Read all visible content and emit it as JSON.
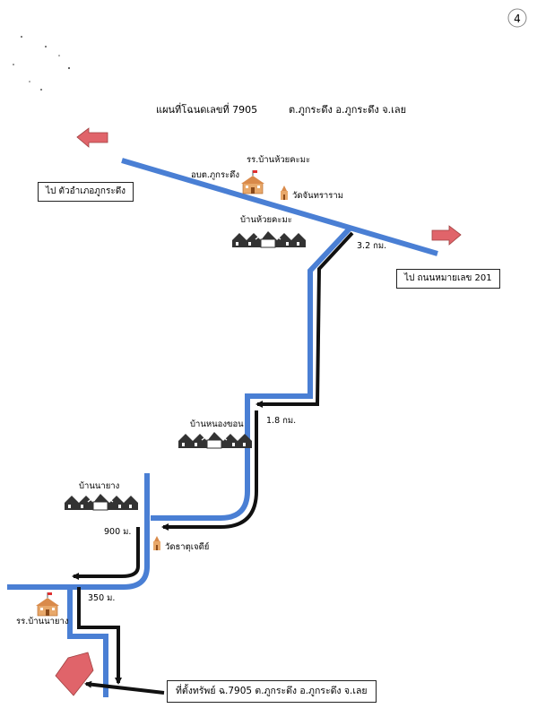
{
  "page_number": "4",
  "title": {
    "deed": "แผนที่โฉนดเลขที่ 7905",
    "location": "ต.ภูกระดึง อ.ภูกระดึง จ.เลย"
  },
  "direction_boxes": {
    "left": "ไป ตัวอำเภอภูกระดึง",
    "right": "ไป ถนนหมายเลข 201",
    "destination": "ที่ตั้งทรัพย์ ฉ.7905 ต.ภูกระดึง อ.ภูกระดึง จ.เลย"
  },
  "places": {
    "school_huai_khama": "รร.บ้านห้วยคะมะ",
    "sao_phu_kradueng": "อบต.ภูกระดึง",
    "wat_chantharam": "วัดจันทราราม",
    "village_huai_khama": "บ้านห้วยคะมะ",
    "village_nong_khon": "บ้านหนองขอน",
    "village_na_yang": "บ้านนายาง",
    "wat_that_chedi": "วัดธาตุเจดีย์",
    "school_na_yang": "รร.บ้านนายาง"
  },
  "distances": {
    "d1": "3.2 กม.",
    "d2": "1.8 กม.",
    "d3": "900 ม.",
    "d4": "350 ม."
  },
  "colors": {
    "road": "#4a7fd4",
    "route": "#111111",
    "arrow": "#e0646a",
    "building": "#e8a86a",
    "house": "#333333"
  },
  "icons": [
    "left-arrow-icon",
    "right-arrow-icon",
    "school-icon",
    "temple-icon",
    "village-icon",
    "property-marker-icon"
  ]
}
